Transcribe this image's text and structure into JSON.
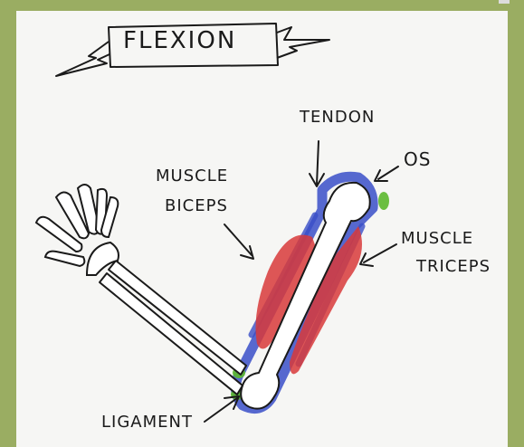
{
  "title": "FLEXION",
  "labels": {
    "tendon": "TENDON",
    "os": "OS",
    "biceps_line1": "MUSCLE",
    "biceps_line2": "BICEPS",
    "triceps_line1": "MUSCLE",
    "triceps_line2": "TRICEPS",
    "ligament": "LIGAMENT"
  },
  "colors": {
    "frame": "#9aad62",
    "paper": "#f6f6f4",
    "ink": "#1a1a1a",
    "muscle": "#d83a3a",
    "tendon": "#3a4fc8",
    "ligament": "#5cb82e",
    "bone": "#ffffff"
  }
}
